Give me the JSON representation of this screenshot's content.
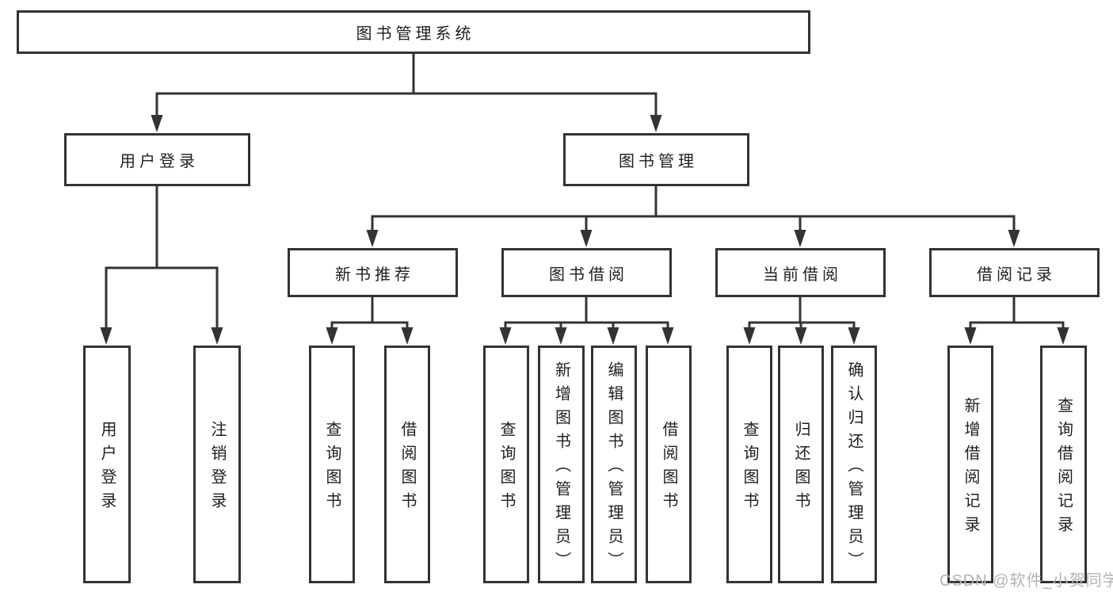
{
  "diagram_type": "function-structure-tree",
  "colors": {
    "line": "#333333",
    "box_border": "#333333",
    "box_fill": "#ffffff",
    "text": "#1f1f1f",
    "background": "#ffffff",
    "watermark": "#b3b3b3"
  },
  "watermark": {
    "text": "CSDN @软件_小贺同学"
  },
  "tree": {
    "label": "图书管理系统",
    "children": [
      {
        "label": "用户登录",
        "children": [
          {
            "label": "用户登录"
          },
          {
            "label": "注销登录"
          }
        ]
      },
      {
        "label": "图书管理",
        "children": [
          {
            "label": "新书推荐",
            "children": [
              {
                "label": "查询图书"
              },
              {
                "label": "借阅图书"
              }
            ]
          },
          {
            "label": "图书借阅",
            "children": [
              {
                "label": "查询图书"
              },
              {
                "label": "新增图书（管理员）"
              },
              {
                "label": "编辑图书（管理员）"
              },
              {
                "label": "借阅图书"
              }
            ]
          },
          {
            "label": "当前借阅",
            "children": [
              {
                "label": "查询图书"
              },
              {
                "label": "归还图书"
              },
              {
                "label": "确认归还（管理员）"
              }
            ]
          },
          {
            "label": "借阅记录",
            "children": [
              {
                "label": "新增借阅记录"
              },
              {
                "label": "查询借阅记录"
              }
            ]
          }
        ]
      }
    ]
  }
}
